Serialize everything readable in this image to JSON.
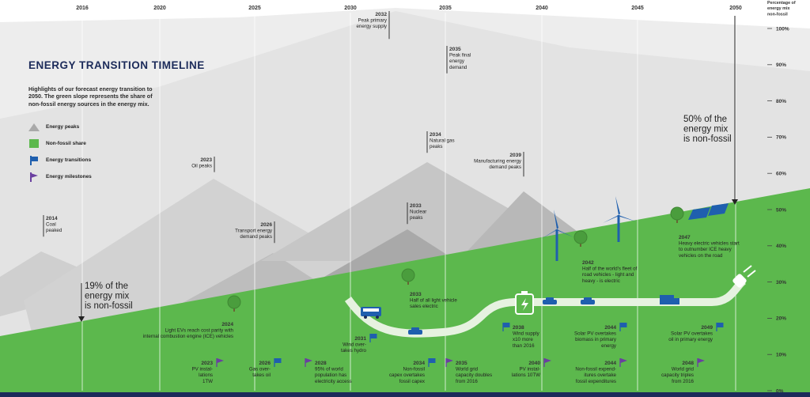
{
  "title": "ENERGY TRANSITION TIMELINE",
  "subtitle": "Highlights of our forecast energy transition to 2050. The green slope represents the share of non-fossil energy sources in the energy mix.",
  "legend": [
    {
      "label": "Energy peaks",
      "icon": "triangle-icon"
    },
    {
      "label": "Non-fossil share",
      "icon": "green-square-icon"
    },
    {
      "label": "Energy transitions",
      "icon": "blue-flag-icon"
    },
    {
      "label": "Energy milestones",
      "icon": "purple-flag-icon"
    }
  ],
  "axis_years": [
    "2016",
    "2020",
    "2025",
    "2030",
    "2035",
    "2040",
    "2045",
    "2050"
  ],
  "y_axis": {
    "title_lines": [
      "Percentage of",
      "energy mix",
      "non-fossil"
    ],
    "ticks": [
      "100%",
      "90%",
      "80%",
      "70%",
      "60%",
      "50%",
      "40%",
      "30%",
      "20%",
      "10%",
      "0%"
    ]
  },
  "callouts": {
    "start": [
      "19% of the",
      "energy mix",
      "is non-fossil"
    ],
    "end": [
      "50% of the",
      "energy mix",
      "is non-fossil"
    ]
  },
  "peaks": [
    {
      "id": "p2014",
      "year": "2014",
      "lines": [
        "Coal",
        "peaked"
      ]
    },
    {
      "id": "p2023",
      "year": "2023",
      "lines": [
        "Oil peaks"
      ]
    },
    {
      "id": "p2026",
      "year": "2026",
      "lines": [
        "Transport energy",
        "demand peaks"
      ]
    },
    {
      "id": "p2032",
      "year": "2032",
      "lines": [
        "Peak primary",
        "energy supply"
      ]
    },
    {
      "id": "p2035",
      "year": "2035",
      "lines": [
        "Peak final",
        "energy",
        "demand"
      ]
    },
    {
      "id": "p2034",
      "year": "2034",
      "lines": [
        "Natural gas",
        "peaks"
      ]
    },
    {
      "id": "p2033n",
      "year": "2033",
      "lines": [
        "Nuclear",
        "peaks"
      ]
    },
    {
      "id": "p2039",
      "year": "2039",
      "lines": [
        "Manufacturing energy",
        "demand peaks"
      ]
    }
  ],
  "transitions": [
    {
      "id": "t2024",
      "year": "2024",
      "lines": [
        "Light EVs reach cost parity with",
        "internal combustion engine (ICE) vehicles"
      ]
    },
    {
      "id": "t2033",
      "year": "2033",
      "lines": [
        "Half of all light vehicle",
        "sales electric"
      ]
    },
    {
      "id": "t2042",
      "year": "2042",
      "lines": [
        "Half of the world's fleet of",
        "road vehicles - light and",
        "heavy - is electric"
      ]
    },
    {
      "id": "t2047",
      "year": "2047",
      "lines": [
        "Heavy electric vehicles start",
        "to outnumber ICE heavy",
        "vehicles on the road"
      ]
    },
    {
      "id": "t2031",
      "year": "2031",
      "lines": [
        "Wind over-",
        "takes hydro"
      ]
    },
    {
      "id": "t2038",
      "year": "2038",
      "lines": [
        "Wind supply",
        "x10 more",
        "than 2016"
      ]
    },
    {
      "id": "t2044a",
      "year": "2044",
      "lines": [
        "Solar PV overtakes",
        "biomass in primary",
        "energy"
      ]
    },
    {
      "id": "t2049",
      "year": "2049",
      "lines": [
        "Solar PV overtakes",
        "oil in primary energy"
      ]
    },
    {
      "id": "t2026",
      "year": "2026",
      "lines": [
        "Gas over-",
        "takes oil"
      ]
    },
    {
      "id": "t2034",
      "year": "2034",
      "lines": [
        "Non-fossil",
        "capex overtakes",
        "fossil capex"
      ]
    },
    {
      "id": "t2044b",
      "year": "2044",
      "lines": [
        "Non-fossil expend-",
        "itures overtake",
        "fossil expenditures"
      ]
    }
  ],
  "milestones": [
    {
      "id": "m2023",
      "year": "2023",
      "lines": [
        "PV instal-",
        "lations",
        "1TW"
      ]
    },
    {
      "id": "m2028",
      "year": "2028",
      "lines": [
        "95% of world",
        "population has",
        "electricity access"
      ]
    },
    {
      "id": "m2035",
      "year": "2035",
      "lines": [
        "World grid",
        "capacity doubles",
        "from 2016"
      ]
    },
    {
      "id": "m2040",
      "year": "2040",
      "lines": [
        "PV instal-",
        "lations 10TW"
      ]
    },
    {
      "id": "m2048",
      "year": "2048",
      "lines": [
        "World grid",
        "capacity triples",
        "from 2016"
      ]
    }
  ],
  "colors": {
    "green": "#5cb84d",
    "blue": "#1f5fae",
    "purple": "#6a3fa0",
    "navy": "#1c2b5a",
    "road": "#e6f2e0"
  }
}
